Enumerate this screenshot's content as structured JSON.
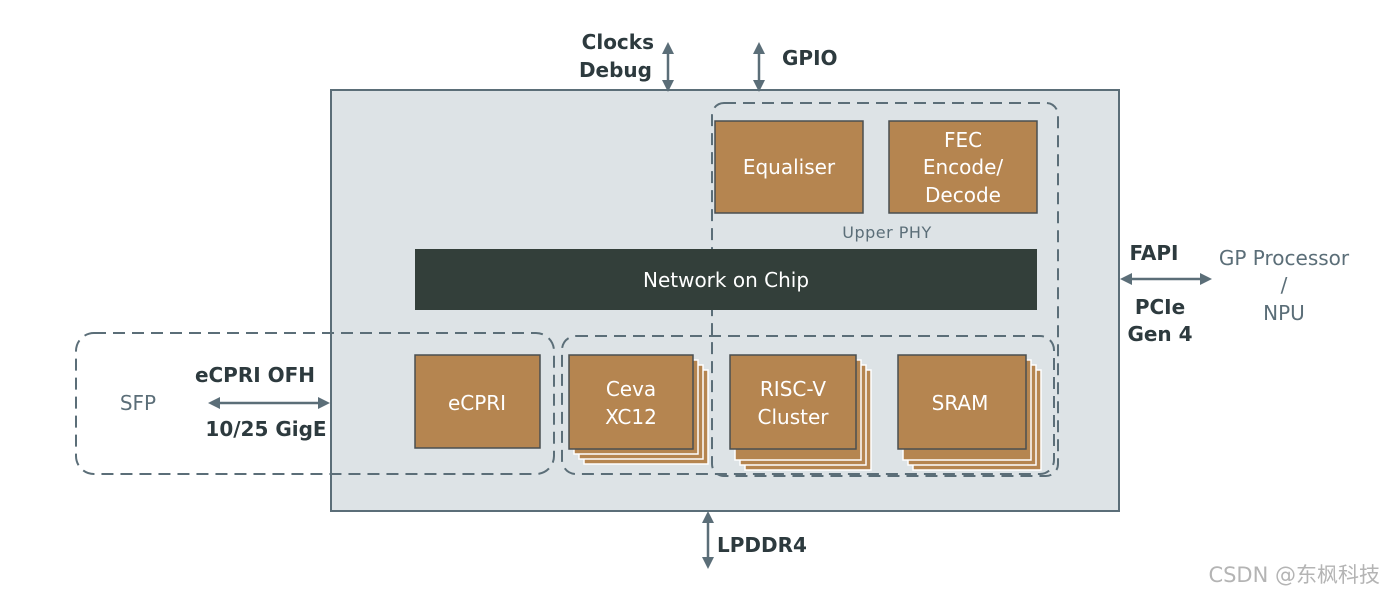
{
  "interfaces": {
    "clocks": "Clocks",
    "debug": "Debug",
    "gpio": "GPIO",
    "lpddr4": "LPDDR4",
    "fapi": "FAPI",
    "pcie_line1": "PCIe",
    "pcie_line2": "Gen 4",
    "gp_line1": "GP Processor",
    "gp_line2": "/",
    "gp_line3": "NPU",
    "sfp": "SFP",
    "ecpri_ofh": "eCPRI OFH",
    "gige": "10/25 GigE"
  },
  "blocks": {
    "equaliser": "Equaliser",
    "fec_line1": "FEC",
    "fec_line2": "Encode/",
    "fec_line3": "Decode",
    "upper_phy": "Upper PHY",
    "noc": "Network on Chip",
    "ecpri": "eCPRI",
    "ceva_line1": "Ceva",
    "ceva_line2": "XC12",
    "riscv_line1": "RISC-V",
    "riscv_line2": "Cluster",
    "sram": "SRAM"
  },
  "watermark": "CSDN @东枫科技",
  "colors": {
    "chip_fill": "#dde3e6",
    "chip_border": "#5b6e78",
    "block_fill": "#b58550",
    "noc_fill": "#333f3a",
    "label_dark": "#2d3a3e",
    "label_grey": "#5b6e78"
  }
}
